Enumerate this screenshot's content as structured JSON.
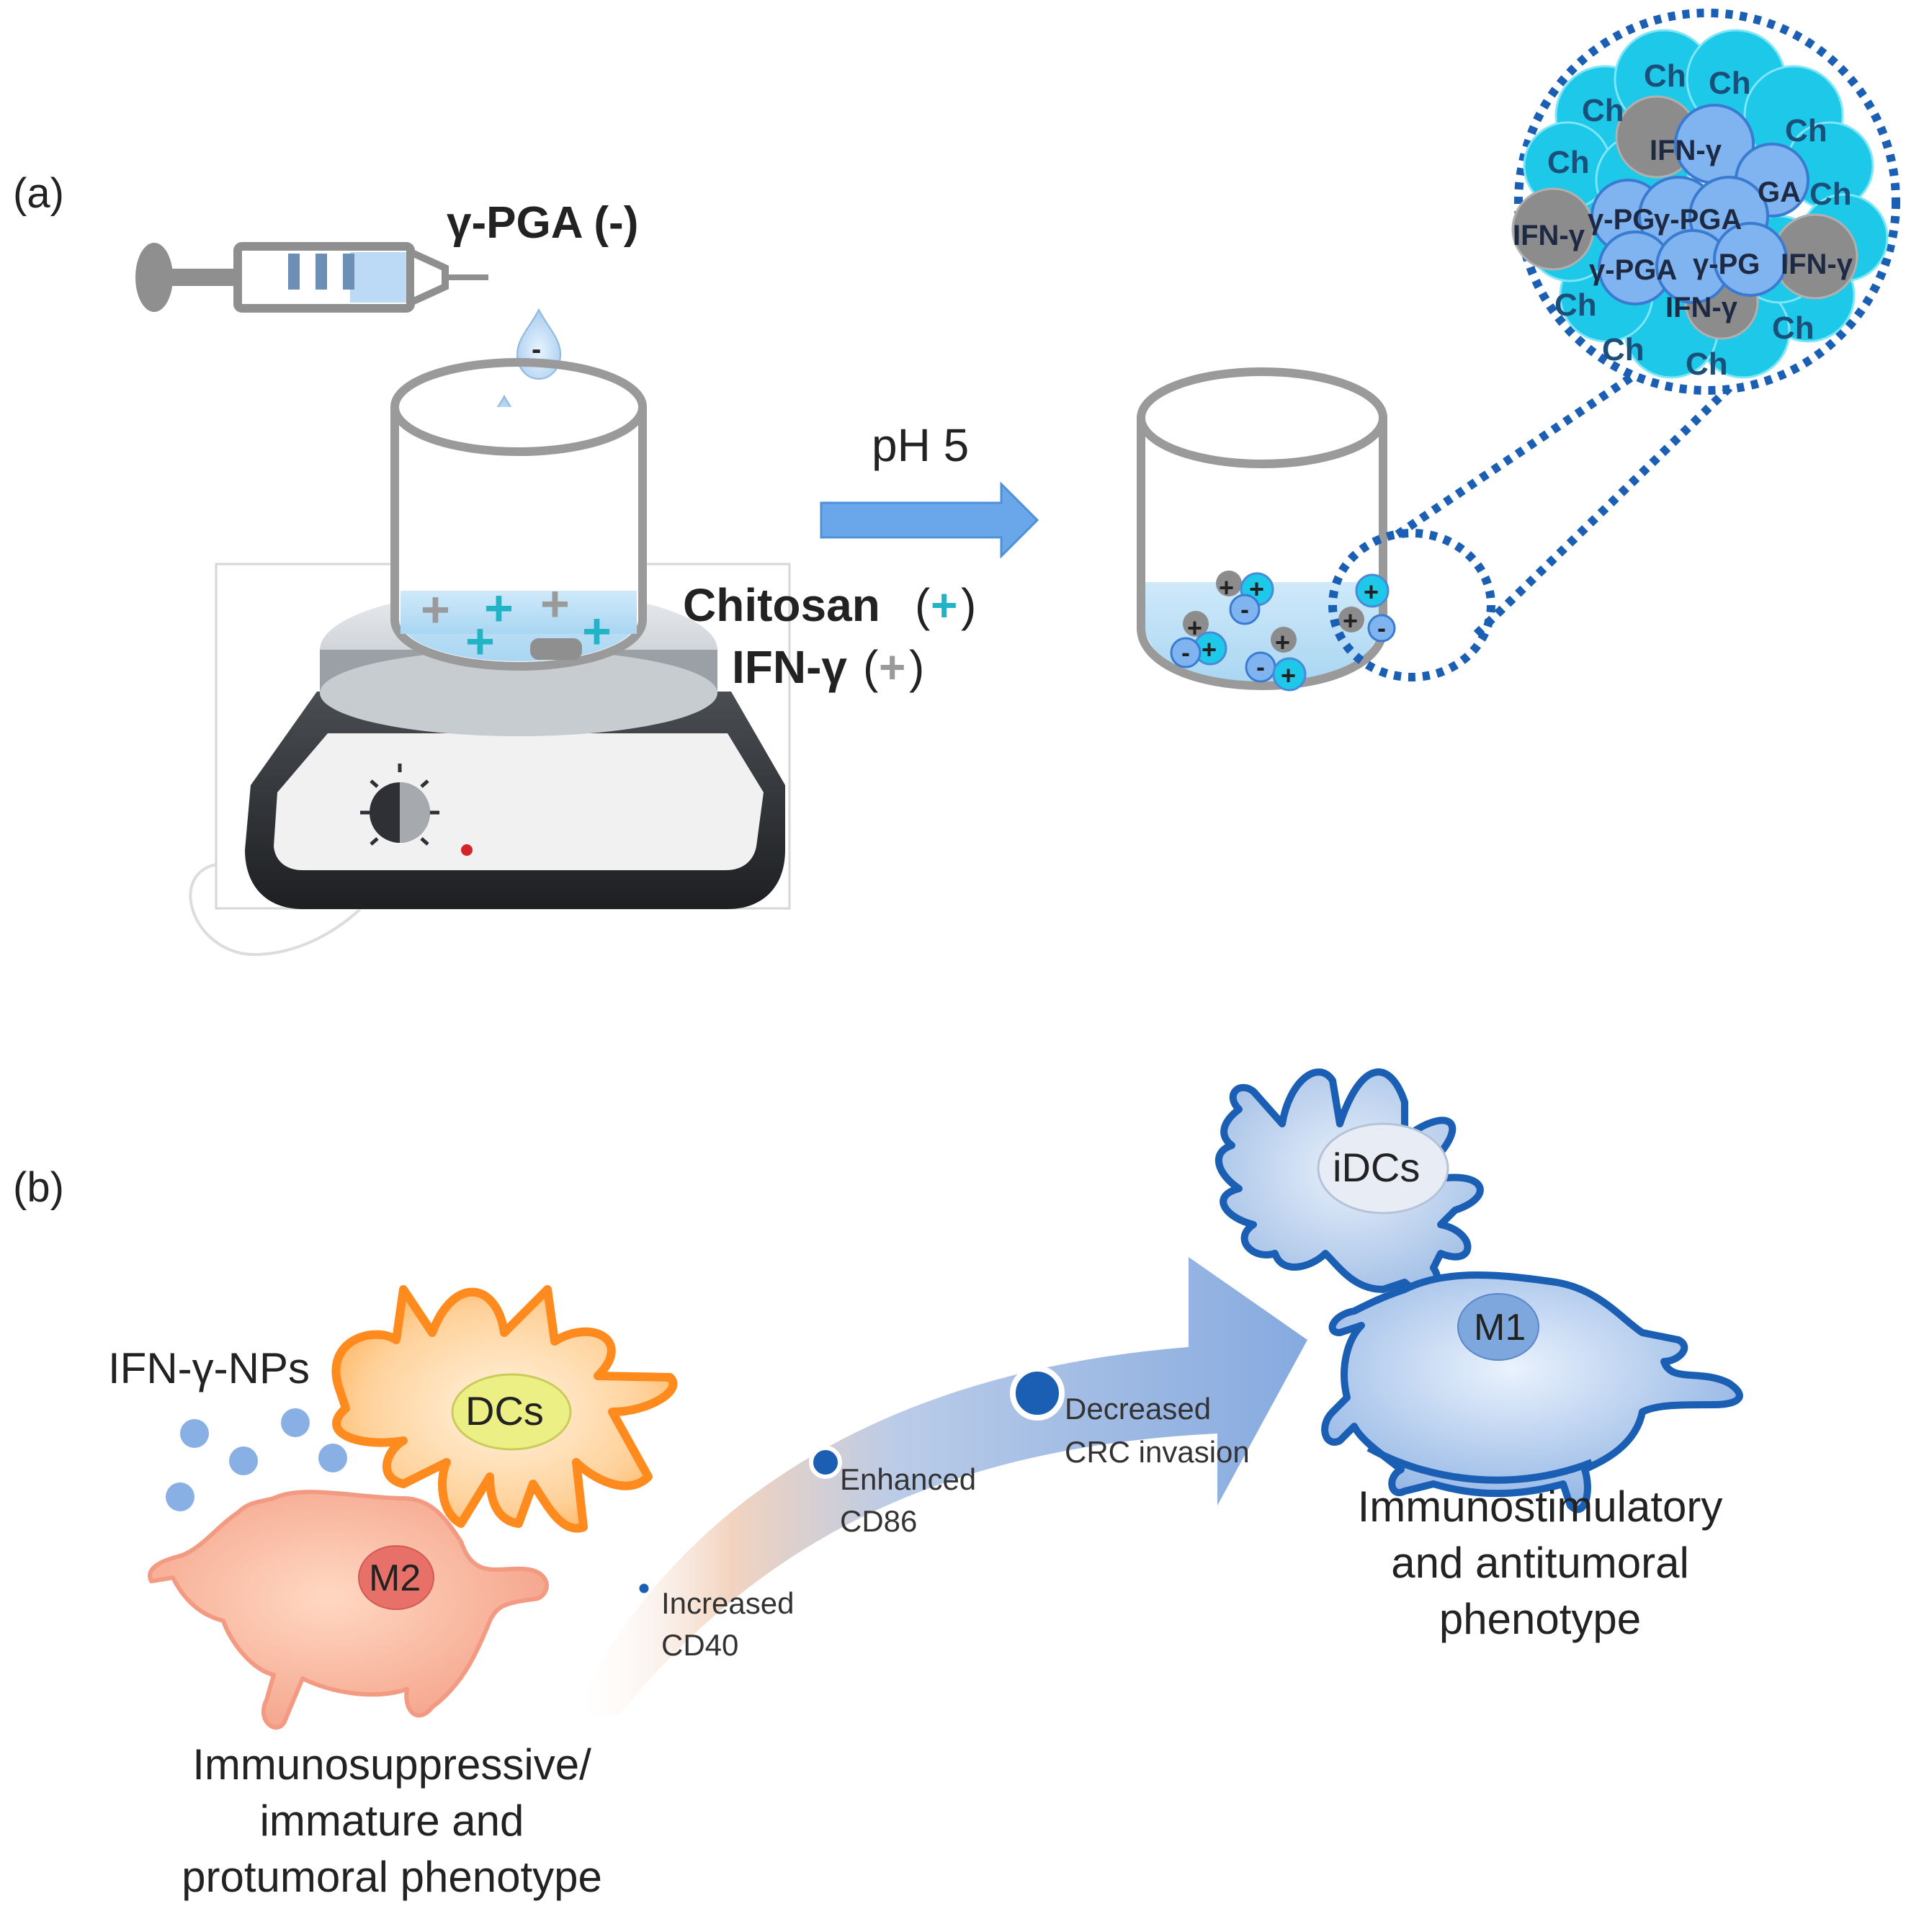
{
  "panel_a": {
    "label": "(a)",
    "reagent": "γ-PGA (-)",
    "arrow_label": "pH 5",
    "chitosan_label": "Chitosan",
    "ifn_label": "IFN-γ",
    "open_paren": "(",
    "close_paren": ")",
    "plus": "+",
    "minus": "-",
    "zoom": {
      "ch": "Ch",
      "ifn": "IFN-γ",
      "pga": "γ-PGA",
      "ga": "GA",
      "frag_pg": "γ-PG",
      "frag_ifn": "IFN-γ",
      "frag_fn": "IFN-γ"
    },
    "colors": {
      "chitosan": "#1fb4c6",
      "ifn": "#9a9a9a",
      "arrow": "#5b9ee8",
      "zoom_border": "#1a5fb4",
      "chitosan_bead": "#1ec8e8",
      "pga_bead": "#7fb4f0",
      "ifn_bead": "#8c8c8c"
    }
  },
  "panel_b": {
    "label": "(b)",
    "nps_label": "IFN-γ-NPs",
    "dcs_label": "DCs",
    "m2_label": "M2",
    "idcs_label": "iDCs",
    "m1_label": "M1",
    "step1": [
      "Increased",
      "CD40"
    ],
    "step2": [
      "Enhanced",
      "CD86"
    ],
    "step3": [
      "Decreased",
      "CRC invasion"
    ],
    "left_caption": [
      "Immunosuppressive/",
      "immature and",
      "protumoral phenotype"
    ],
    "right_caption": [
      "Immunostimulatory",
      "and antitumoral",
      "phenotype"
    ],
    "colors": {
      "dc_orange": "#ff8a1e",
      "m2_pink": "#f7a48c",
      "dc_blue": "#9ebde6",
      "m1_blue": "#6f9ad8",
      "arrow_blue": "#8fb0e0",
      "dot": "#1a5fb4"
    }
  }
}
